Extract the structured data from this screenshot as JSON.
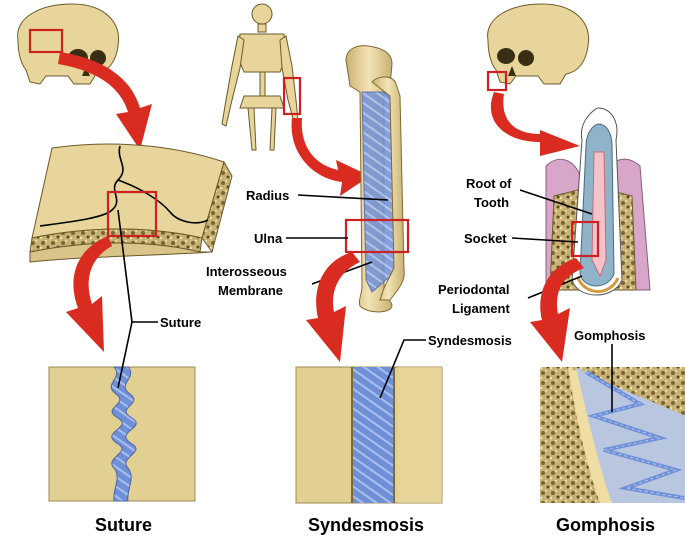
{
  "colors": {
    "bone": "#e8d59b",
    "spongy_bone": "#b7a062",
    "fibers": "#6f8fd6",
    "fiber_light": "#a9bff0",
    "arrow_red": "#d92b1f",
    "highlight_box": "#cc2222",
    "gum_pink": "#d8a6c8",
    "tooth_enamel": "#ffffff",
    "dentin_blue": "#8fb3c9",
    "pulp_pink": "#f4c3c9"
  },
  "labels": {
    "suture": "Suture",
    "radius": "Radius",
    "ulna": "Ulna",
    "interosseous_line1": "Interosseous",
    "interosseous_line2": "Membrane",
    "syndesmosis": "Syndesmosis",
    "root_line1": "Root of",
    "root_line2": "Tooth",
    "socket": "Socket",
    "periodontal_line1": "Periodontal",
    "periodontal_line2": "Ligament",
    "gomphosis": "Gomphosis"
  },
  "captions": {
    "suture": "Suture",
    "syndesmosis": "Syndesmosis",
    "gomphosis": "Gomphosis"
  },
  "icons": {
    "skull_left": "skull-icon",
    "skeleton": "skeleton-icon",
    "skull_right": "skull-icon"
  }
}
